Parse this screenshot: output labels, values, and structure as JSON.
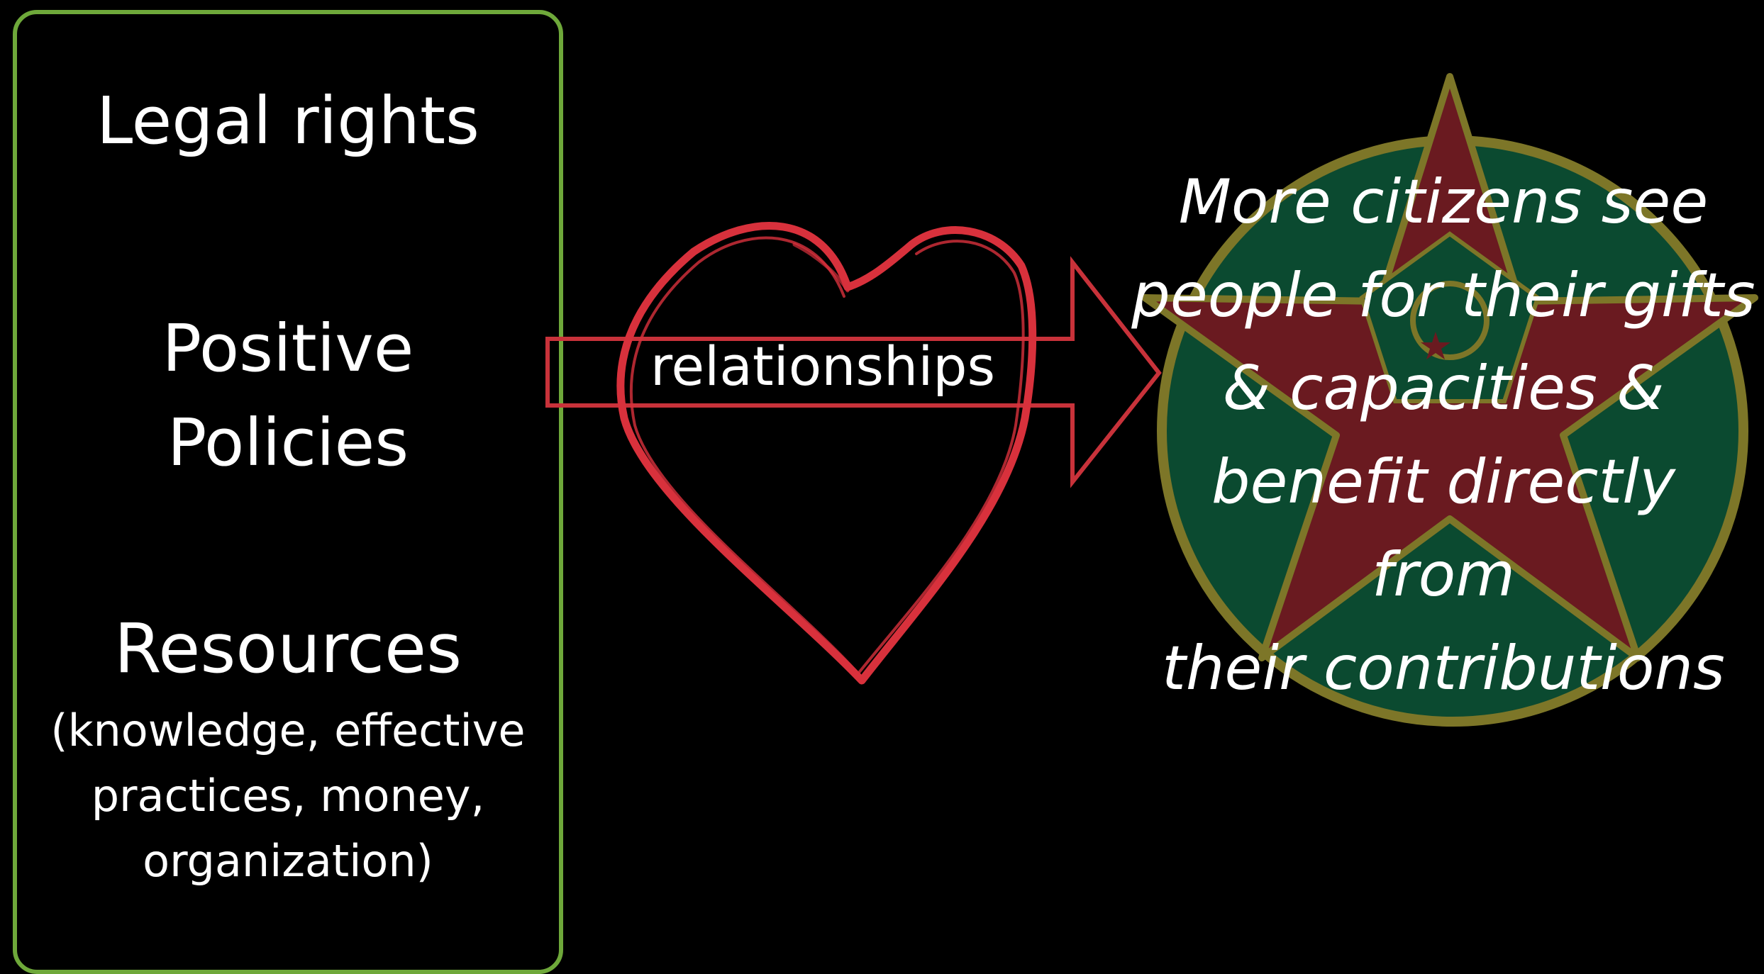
{
  "colors": {
    "background": "#000000",
    "box_border": "#6ea83a",
    "heart": "#d8313c",
    "arrow": "#c8323a",
    "circle_fill": "#0b4a30",
    "star_fill": "#6a1a20",
    "emblem_outline": "#7d7628",
    "text": "#ffffff"
  },
  "left_box": {
    "legal_rights": "Legal rights",
    "positive_policies": "Positive\nPolicies",
    "resources_title": "Resources",
    "resources_detail": "(knowledge, effective\npractices, money,\norganization)"
  },
  "connector": {
    "label": "relationships",
    "heart_icon": "heart-icon",
    "arrow_icon": "right-arrow-icon"
  },
  "outcome": {
    "emblem_icon": "star-in-circle-emblem",
    "text": "More citizens see\npeople for their gifts\n& capacities &\nbenefit directly from\ntheir contributions"
  }
}
